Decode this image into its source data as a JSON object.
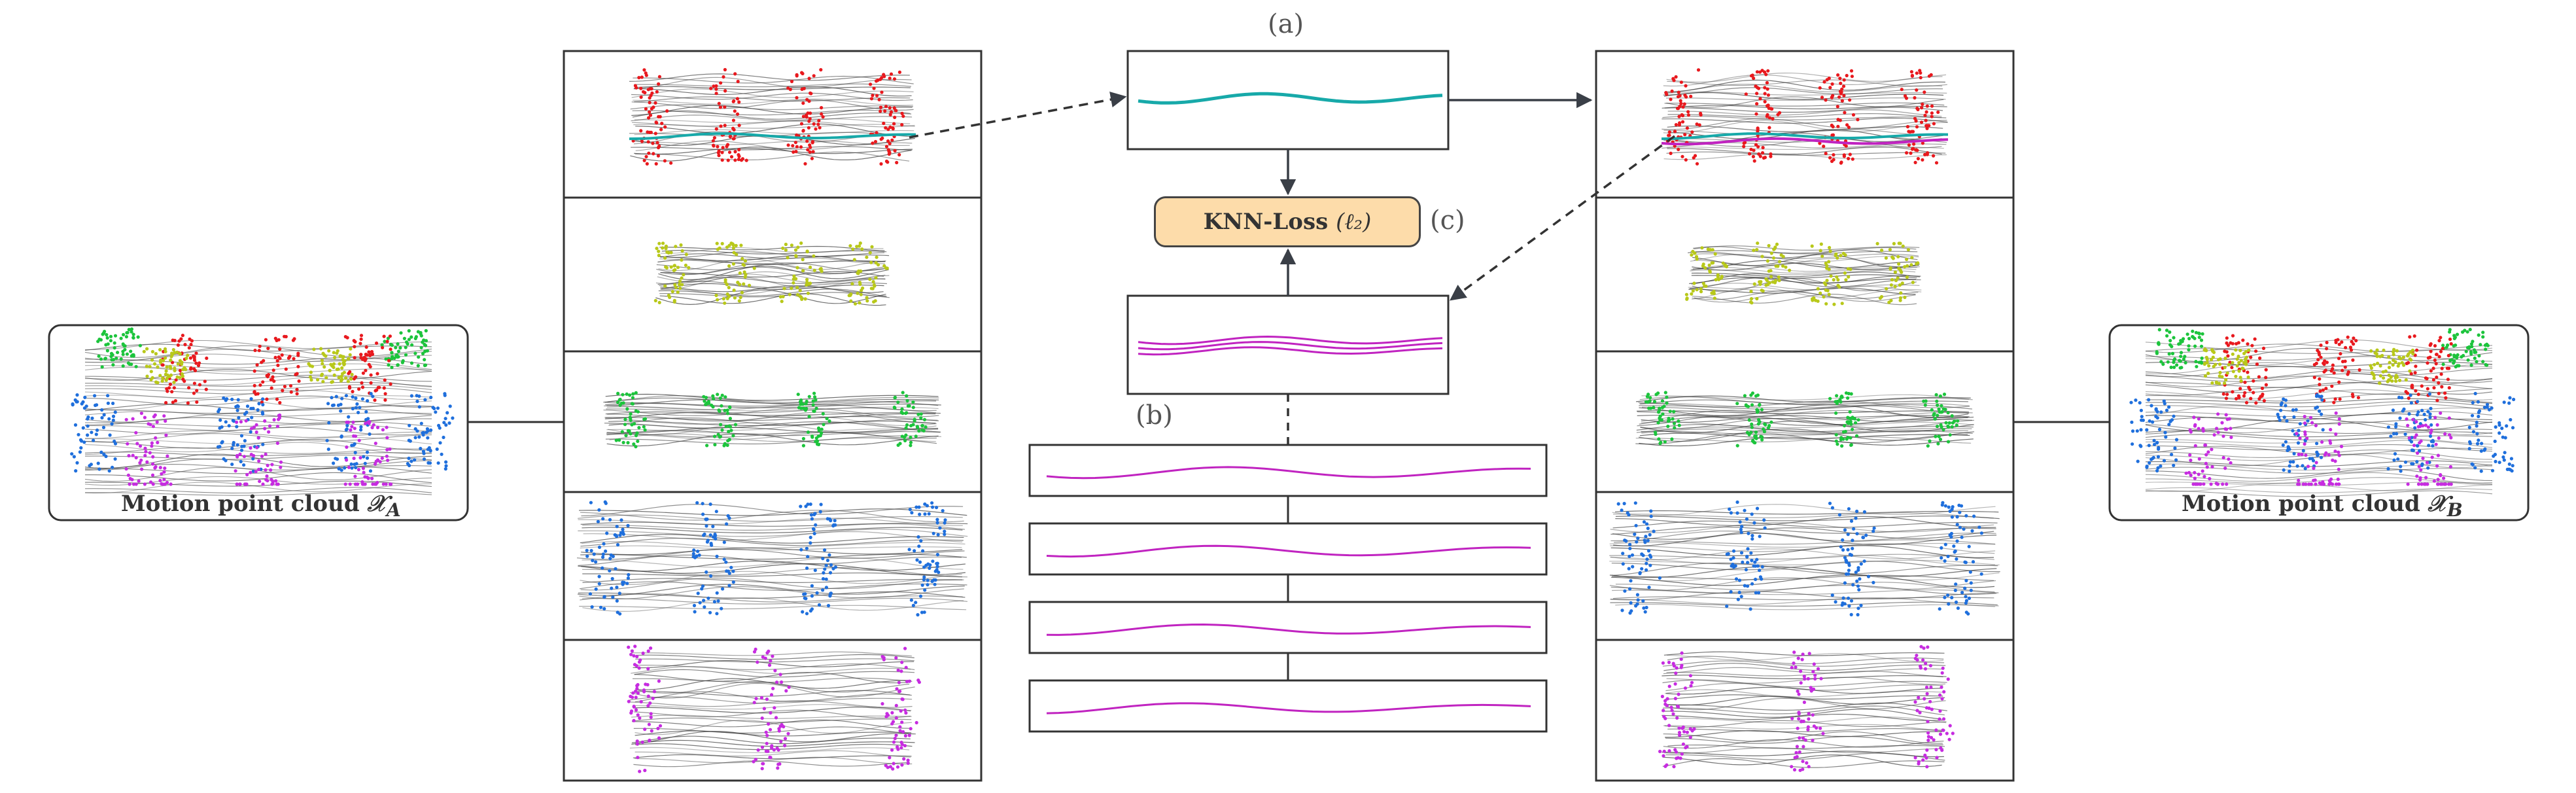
{
  "labels": {
    "a": "(a)",
    "b": "(b)",
    "c": "(c)",
    "knn_loss_text": "KNN-Loss",
    "knn_loss_symbol": "(ℓ₂)",
    "cloud_a_prefix": "Motion point cloud",
    "cloud_a_symbol": "𝒳",
    "cloud_a_sub": "A",
    "cloud_b_prefix": "Motion point cloud",
    "cloud_b_symbol": "𝒳",
    "cloud_b_sub": "B"
  },
  "colors": {
    "red": "#e8191e",
    "yellow": "#b8c81a",
    "green": "#1cc43c",
    "blue": "#1f6fdc",
    "magenta": "#c62ce0",
    "teal": "#17a9a9",
    "curve": "#c023c0",
    "trajectory": "#3a3a3a",
    "knn_fill": "#fddcaa"
  },
  "panels_a": [
    {
      "name": "red-joint-panel",
      "color": "red"
    },
    {
      "name": "yellow-joint-panel",
      "color": "yellow"
    },
    {
      "name": "green-joint-panel",
      "color": "green"
    },
    {
      "name": "blue-joint-panel",
      "color": "blue"
    },
    {
      "name": "magenta-joint-panel",
      "color": "magenta"
    }
  ],
  "panels_b": [
    {
      "name": "red-joint-panel",
      "color": "red"
    },
    {
      "name": "yellow-joint-panel",
      "color": "yellow"
    },
    {
      "name": "green-joint-panel",
      "color": "green"
    },
    {
      "name": "blue-joint-panel",
      "color": "blue"
    },
    {
      "name": "magenta-joint-panel",
      "color": "magenta"
    }
  ]
}
